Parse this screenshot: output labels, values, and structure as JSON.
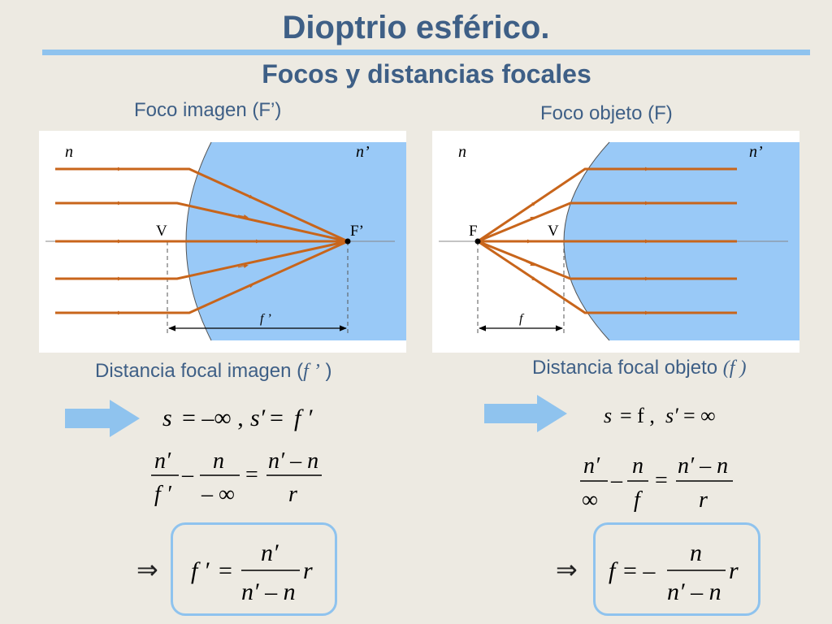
{
  "title": "Dioptrio esférico.",
  "subtitle": "Focos y distancias focales",
  "left": {
    "heading": "Foco imagen (F’)",
    "labels": {
      "n": "n",
      "n_prime": "n’",
      "vertex": "V",
      "focus": "F’",
      "focal": "f ’"
    },
    "caption_text": "Distancia focal imagen (",
    "caption_italic": "f ’",
    "caption_end": " )",
    "condition": {
      "s": "s",
      "eq1": "= –∞ ,",
      "sp": "s′",
      "eq2": "=",
      "fp": "f ′"
    },
    "eq_top": {
      "num1": "n′",
      "den1": "f ′",
      "minus": "–",
      "num2": "n",
      "den2": "– ∞",
      "equals": "=",
      "num3": "n′ – n",
      "den3": "r"
    },
    "result": {
      "implies": "⇒",
      "lhs": "f ′",
      "equals": "=",
      "num": "n′",
      "den": "n′ – n",
      "r": "r"
    }
  },
  "right": {
    "heading": "Foco objeto (F)",
    "labels": {
      "n": "n",
      "n_prime": "n’",
      "vertex": "V",
      "focus": "F",
      "focal": "f"
    },
    "caption_text": "Distancia focal objeto ",
    "caption_italic": "(f )",
    "condition": {
      "s": "s",
      "eq1": "= f ,",
      "sp": "s′",
      "eq2": "= ∞"
    },
    "eq_top": {
      "num1": "n′",
      "den1": "∞",
      "minus": "–",
      "num2": "n",
      "den2": "f",
      "equals": "=",
      "num3": "n′ – n",
      "den3": "r"
    },
    "result": {
      "implies": "⇒",
      "lhs": "f",
      "equals": "= –",
      "num": "n",
      "den": "n′ – n",
      "r": "r"
    }
  },
  "colors": {
    "title": "#3e5f86",
    "ray": "#c8651b",
    "medium": "#99c9f7",
    "arrow": "#8fc3ee",
    "box_border": "#8fc3ee"
  }
}
